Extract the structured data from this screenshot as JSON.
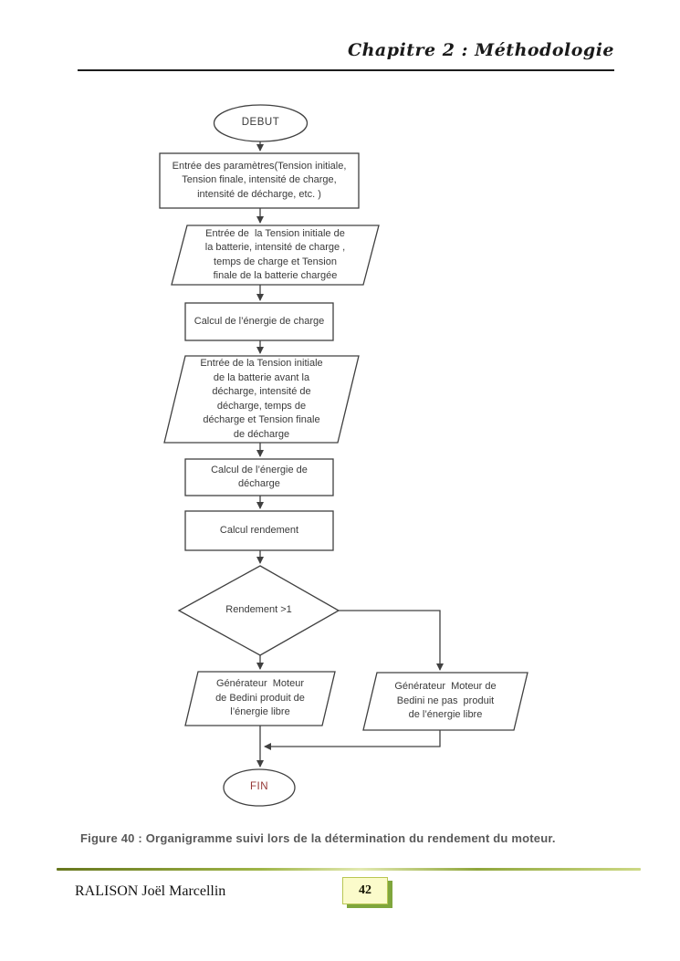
{
  "page": {
    "header": {
      "title": "Chapitre 2 : Méthodologie"
    },
    "flowchart": {
      "start": "DEBUT",
      "step_params": "Entrée des paramètres(Tension initiale,\nTension finale, intensité de charge,\nintensité de décharge, etc. )",
      "input_charge": "Entrée de  la Tension initiale de\nla batterie, intensité de charge ,\ntemps de charge et Tension\nfinale de la batterie chargée",
      "calc_charge": "Calcul de l’énergie de charge",
      "input_discharge": "Entrée de la Tension initiale\nde la batterie avant la\ndécharge, intensité de\ndécharge, temps de\ndécharge et Tension finale\nde décharge",
      "calc_discharge": "Calcul de l’énergie de\ndécharge",
      "calc_rendement": "Calcul rendement",
      "decision": "Rendement >1",
      "outcome_yes": "Générateur  Moteur\nde Bedini produit de\nl’énergie libre",
      "outcome_no": "Générateur  Moteur de\nBedini ne pas  produit\nde l’énergie libre",
      "end": "FIN"
    },
    "caption": "Figure 40 : Organigramme suivi lors de la détermination du rendement du moteur.",
    "footer": {
      "author": "RALISON Joël Marcellin",
      "page_number": "42"
    },
    "colors": {
      "stroke": "#404040",
      "fin_text": "#943634",
      "caption_text": "#595959",
      "page_box_bg": "#fbfbcb",
      "page_box_border": "#b9c753",
      "page_box_shadow": "#7fa63d"
    }
  }
}
